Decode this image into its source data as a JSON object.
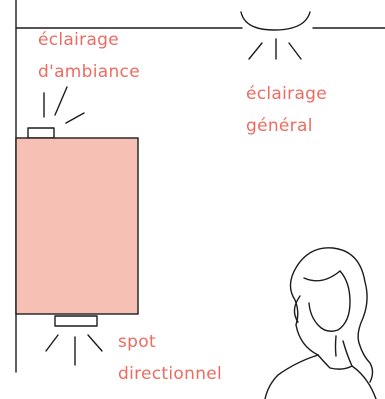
{
  "labels": {
    "ambient_line1": "éclairage",
    "ambient_line2": "d'ambiance",
    "general_line1": "éclairage",
    "general_line2": "général",
    "spot_line1": "spot",
    "spot_line2": "directionnel"
  },
  "colors": {
    "label_text": "#ef6b60",
    "stroke": "#1c1c1c",
    "panel_fill": "#f7c0b4"
  }
}
